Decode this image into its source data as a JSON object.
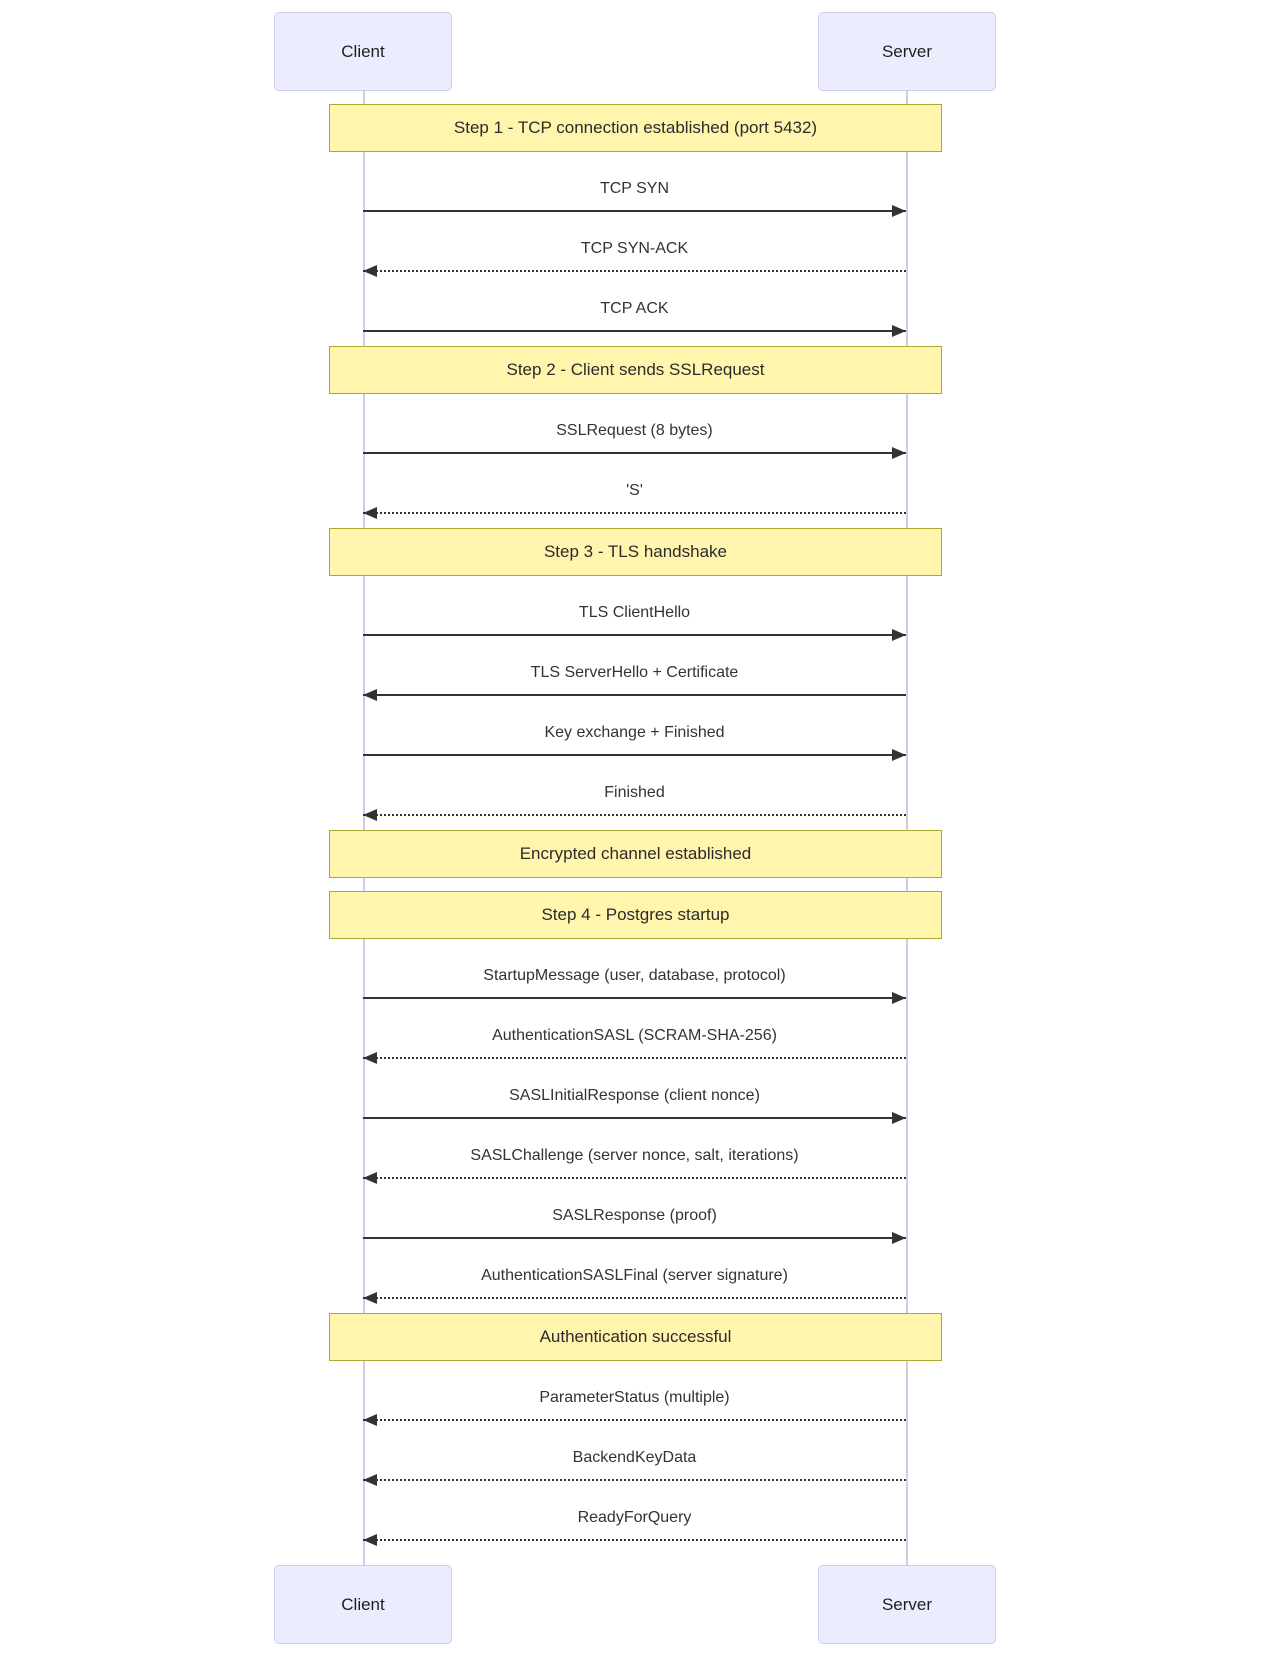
{
  "diagram": {
    "type": "sequence-diagram",
    "actors": [
      {
        "id": "client",
        "label": "Client"
      },
      {
        "id": "server",
        "label": "Server"
      }
    ],
    "sequence": [
      {
        "kind": "banner",
        "text": "Step 1 - TCP connection established (port 5432)"
      },
      {
        "kind": "message",
        "text": "TCP SYN",
        "from": "client",
        "to": "server",
        "line": "solid"
      },
      {
        "kind": "message",
        "text": "TCP SYN-ACK",
        "from": "server",
        "to": "client",
        "line": "dashed"
      },
      {
        "kind": "message",
        "text": "TCP ACK",
        "from": "client",
        "to": "server",
        "line": "solid"
      },
      {
        "kind": "banner",
        "text": "Step 2 - Client sends SSLRequest"
      },
      {
        "kind": "message",
        "text": "SSLRequest (8 bytes)",
        "from": "client",
        "to": "server",
        "line": "solid"
      },
      {
        "kind": "message",
        "text": "'S'",
        "from": "server",
        "to": "client",
        "line": "dashed"
      },
      {
        "kind": "banner",
        "text": "Step 3 - TLS handshake"
      },
      {
        "kind": "message",
        "text": "TLS ClientHello",
        "from": "client",
        "to": "server",
        "line": "solid"
      },
      {
        "kind": "message",
        "text": "TLS ServerHello + Certificate",
        "from": "server",
        "to": "client",
        "line": "solid"
      },
      {
        "kind": "message",
        "text": "Key exchange + Finished",
        "from": "client",
        "to": "server",
        "line": "solid"
      },
      {
        "kind": "message",
        "text": "Finished",
        "from": "server",
        "to": "client",
        "line": "dashed"
      },
      {
        "kind": "banner",
        "text": "Encrypted channel established"
      },
      {
        "kind": "banner",
        "text": "Step 4 - Postgres startup"
      },
      {
        "kind": "message",
        "text": "StartupMessage (user, database, protocol)",
        "from": "client",
        "to": "server",
        "line": "solid"
      },
      {
        "kind": "message",
        "text": "AuthenticationSASL (SCRAM-SHA-256)",
        "from": "server",
        "to": "client",
        "line": "dashed"
      },
      {
        "kind": "message",
        "text": "SASLInitialResponse (client nonce)",
        "from": "client",
        "to": "server",
        "line": "solid"
      },
      {
        "kind": "message",
        "text": "SASLChallenge (server nonce, salt, iterations)",
        "from": "server",
        "to": "client",
        "line": "dashed"
      },
      {
        "kind": "message",
        "text": "SASLResponse (proof)",
        "from": "client",
        "to": "server",
        "line": "solid"
      },
      {
        "kind": "message",
        "text": "AuthenticationSASLFinal (server signature)",
        "from": "server",
        "to": "client",
        "line": "dashed"
      },
      {
        "kind": "banner",
        "text": "Authentication successful"
      },
      {
        "kind": "message",
        "text": "ParameterStatus (multiple)",
        "from": "server",
        "to": "client",
        "line": "dashed"
      },
      {
        "kind": "message",
        "text": "BackendKeyData",
        "from": "server",
        "to": "client",
        "line": "dashed"
      },
      {
        "kind": "message",
        "text": "ReadyForQuery",
        "from": "server",
        "to": "client",
        "line": "dashed"
      }
    ],
    "colors": {
      "background": "#ffffff",
      "actor_fill": "#ececff",
      "actor_border": "#cfcde8",
      "lifeline": "#d3cbea",
      "note_fill": "#fff5ad",
      "note_border": "#aaaa33",
      "arrow": "#333333",
      "text": "#333333"
    }
  }
}
